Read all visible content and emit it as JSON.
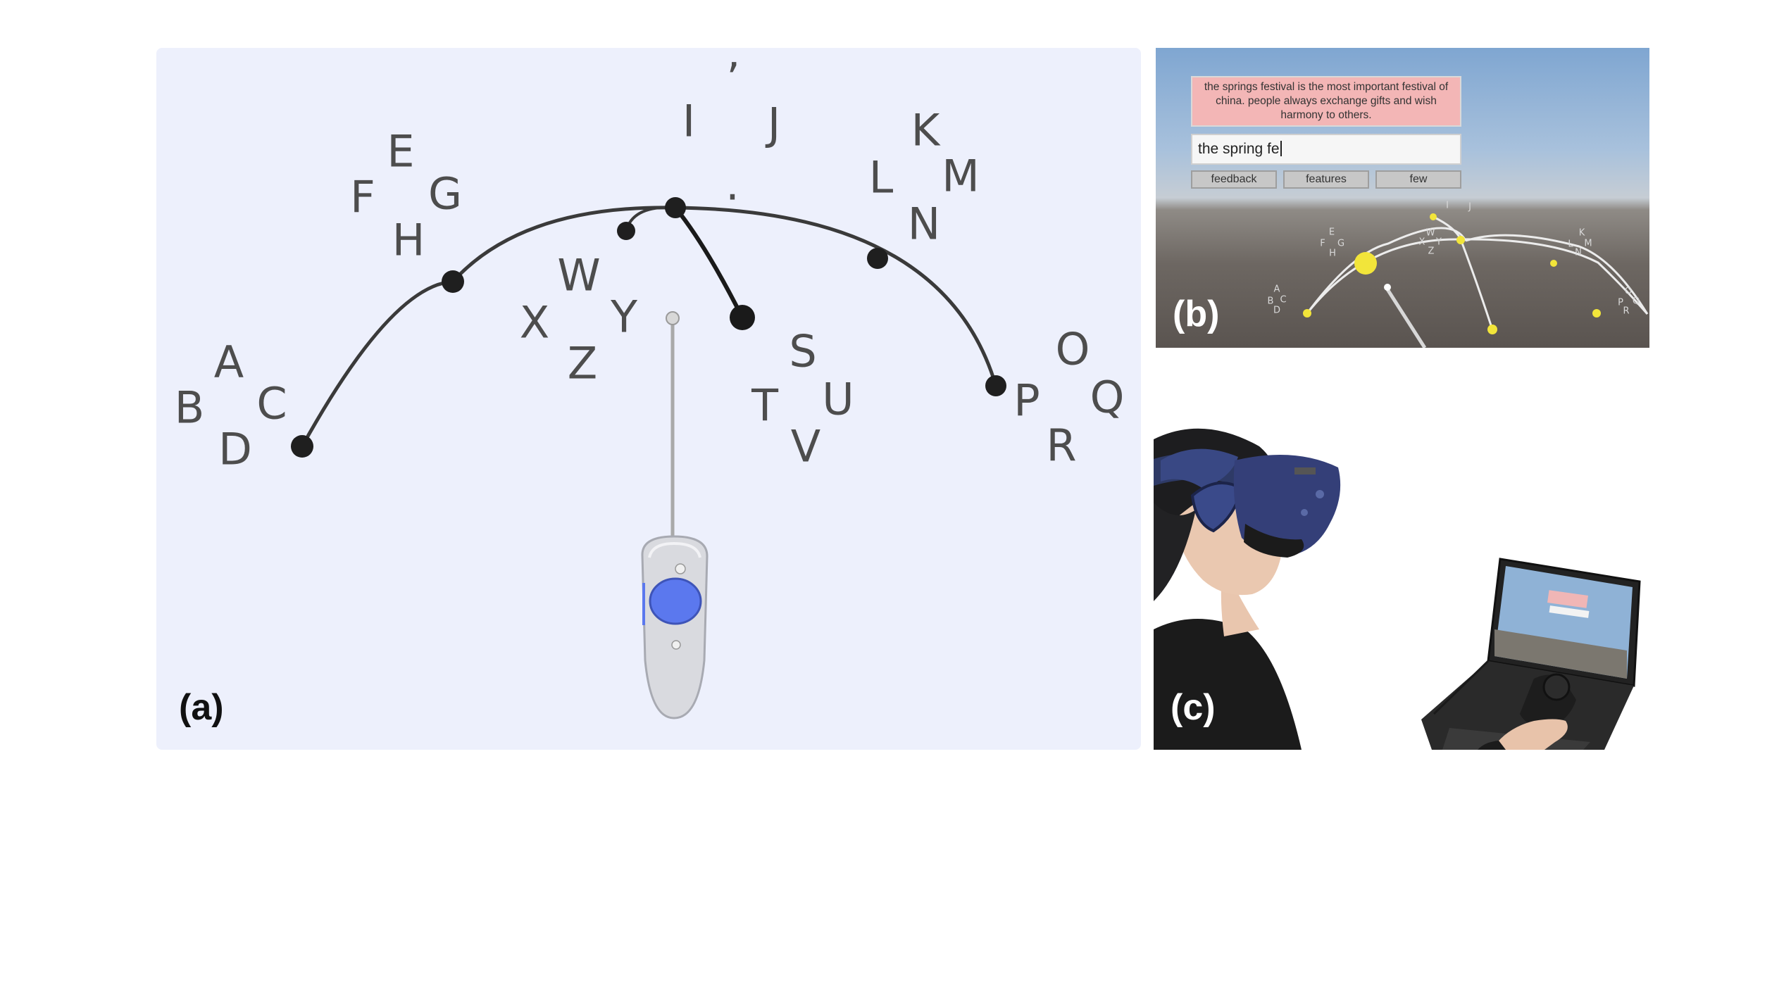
{
  "panel_a": {
    "label": "(a)",
    "letters": [
      "A",
      "B",
      "C",
      "D",
      "E",
      "F",
      "G",
      "H",
      "I",
      "’",
      ".",
      "J",
      "K",
      "L",
      "M",
      "N",
      "O",
      "P",
      "Q",
      "R",
      "S",
      "T",
      "U",
      "V",
      "W",
      "X",
      "Y",
      "Z"
    ]
  },
  "panel_b": {
    "label": "(b)",
    "phrase": "the springs festival is the most important festival of china. people always exchange gifts and wish harmony to others.",
    "input_text": "the spring fe",
    "suggestions": [
      "feedback",
      "features",
      "few"
    ],
    "mini_letters": [
      "A",
      "B",
      "C",
      "D",
      "E",
      "F",
      "G",
      "H",
      "I",
      "J",
      "K",
      "L",
      "M",
      "N",
      "O",
      "P",
      "Q",
      "R",
      "W",
      "X",
      "Y",
      "Z"
    ]
  },
  "panel_c": {
    "label": "(c)"
  },
  "colors": {
    "panel_a_background": "#edf0fc",
    "arc": "#3a3a3a",
    "node": "#1f1f1f",
    "touchpad": "#5b78ee",
    "phrase_background": "#f3b6b6",
    "yellow_node": "#f2e53a"
  },
  "icons": [
    "vr-controller-icon",
    "vr-headset-icon",
    "laptop-icon"
  ]
}
